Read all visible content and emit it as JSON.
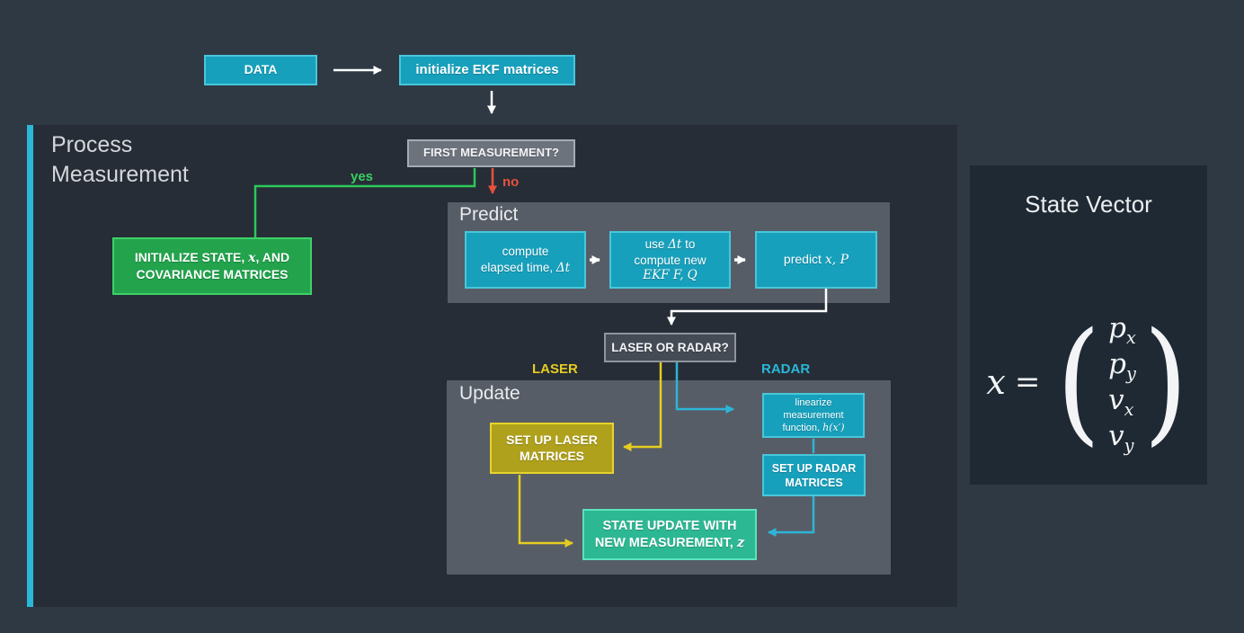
{
  "colors": {
    "background": "#2e3944",
    "process_panel": "#272d36",
    "accent_bar": "#29b8da",
    "subpanel_gray": "#575d67",
    "state_vector_panel": "#1f2933",
    "teal_fill": "#17a0bc",
    "teal_border": "#4ac6da",
    "gray_box_fill": "#6d737d",
    "router_box_fill": "#454b55",
    "green_fill": "#22a34c",
    "green_border": "#3ed168",
    "emerald_fill": "#2db894",
    "yellow_fill": "#b0a11d",
    "path_green": "#2bc95b",
    "path_red": "#e8513d",
    "path_yellow": "#e5cd20",
    "path_cyan": "#2cb5d8",
    "path_white": "#ffffff"
  },
  "top_flow": {
    "data_box": "DATA",
    "init_box": "initialize EKF matrices"
  },
  "process": {
    "title": "Process Measurement",
    "first_measurement": "FIRST MEASUREMENT?",
    "yes": "yes",
    "no": "no",
    "init_state": {
      "l1a": "INITIALIZE STATE, ",
      "l1_math": "x",
      "l1b": ", AND",
      "l2": "COVARIANCE MATRICES"
    }
  },
  "predict": {
    "title": "Predict",
    "box1": {
      "l1": "compute",
      "l2a": "elapsed time, ",
      "l2_math": "Δt"
    },
    "box2": {
      "l1a": "use ",
      "l1_math": "Δt",
      "l1b": " to",
      "l2": "compute new",
      "l3_math": "EKF F, Q"
    },
    "box3": {
      "a": "predict ",
      "math": "x, P"
    }
  },
  "router": {
    "question": "LASER OR RADAR?",
    "laser_label": "LASER",
    "radar_label": "RADAR"
  },
  "update": {
    "title": "Update",
    "laser_box": {
      "l1": "SET UP LASER",
      "l2": "MATRICES"
    },
    "linearize_box": {
      "l1": "linearize",
      "l2": "measurement",
      "l3a": "function, ",
      "l3_math": "h(x′)"
    },
    "radar_box": {
      "l1": "SET UP RADAR",
      "l2": "MATRICES"
    },
    "state_update_box": {
      "l1": "STATE UPDATE WITH",
      "l2a": "NEW MEASUREMENT, ",
      "l2_math": "z"
    }
  },
  "state_vector": {
    "title": "State Vector",
    "lhs_math": "x",
    "equals": "=",
    "open_paren": "(",
    "close_paren": ")",
    "components": [
      {
        "base": "p",
        "sub": "x"
      },
      {
        "base": "p",
        "sub": "y"
      },
      {
        "base": "v",
        "sub": "x"
      },
      {
        "base": "v",
        "sub": "y"
      }
    ]
  }
}
